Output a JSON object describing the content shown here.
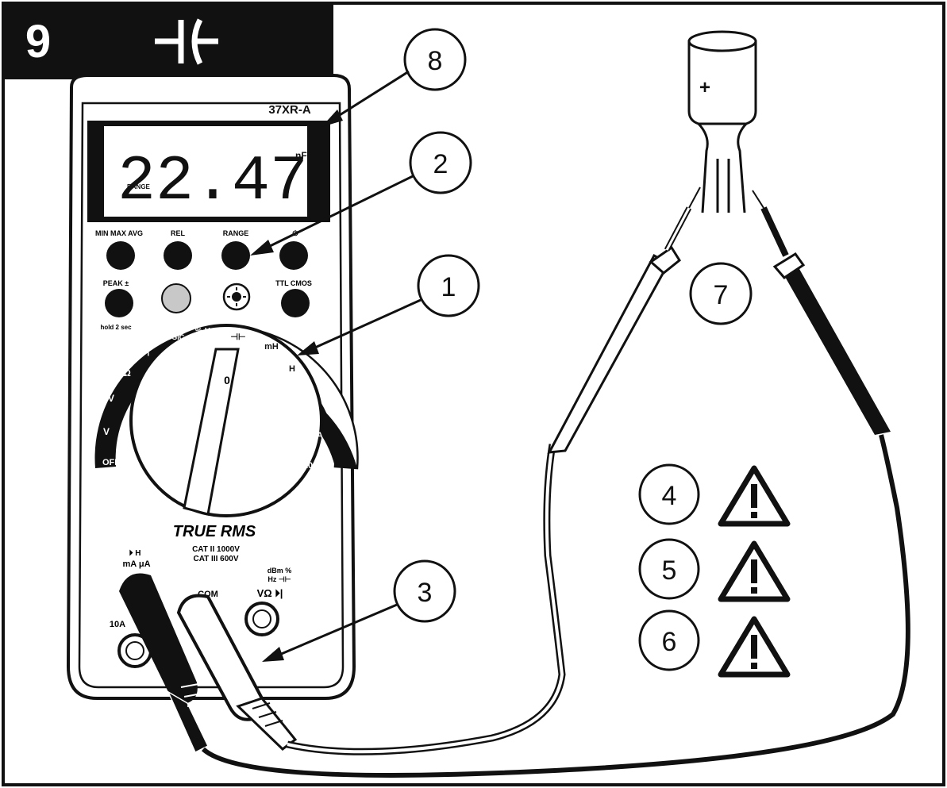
{
  "figure": {
    "step_number": "9",
    "step_icon": "capacitor-icon"
  },
  "meter": {
    "model": "37XR-A",
    "display_value": "22.47",
    "display_unit": "nF",
    "display_range_tag": "RANGE",
    "buttons_row1": [
      "MIN MAX AVG",
      "REL",
      "RANGE",
      "⏻"
    ],
    "buttons_row2": [
      "PEAK ±",
      "",
      "",
      "TTL CMOS"
    ],
    "button_sublabel": "hold 2 sec",
    "dial_positions": [
      "OFF",
      "V",
      "V",
      "Ω",
      "⏵|",
      "LOGIC",
      "% Hz",
      "⊣⊢",
      "mH",
      "H",
      "μA",
      "mA",
      "10A"
    ],
    "dial_zero": "0",
    "brand": "TRUE RMS",
    "cat_line1": "CAT II 1000V",
    "cat_line2": "CAT III 600V",
    "jack_labels": [
      "10A",
      "mA μA",
      "COM",
      "VΩ ⏵|"
    ],
    "jack_top_left": "⏵ H",
    "jack_top_right_1": "dBm %",
    "jack_top_right_2": "Hz ⊣⊢"
  },
  "callouts": {
    "c1": "1",
    "c2": "2",
    "c3": "3",
    "c4": "4",
    "c5": "5",
    "c6": "6",
    "c7": "7",
    "c8": "8"
  },
  "capacitor": {
    "polarity": "+"
  },
  "warnings": [
    "warning-icon",
    "warning-icon",
    "warning-icon"
  ]
}
